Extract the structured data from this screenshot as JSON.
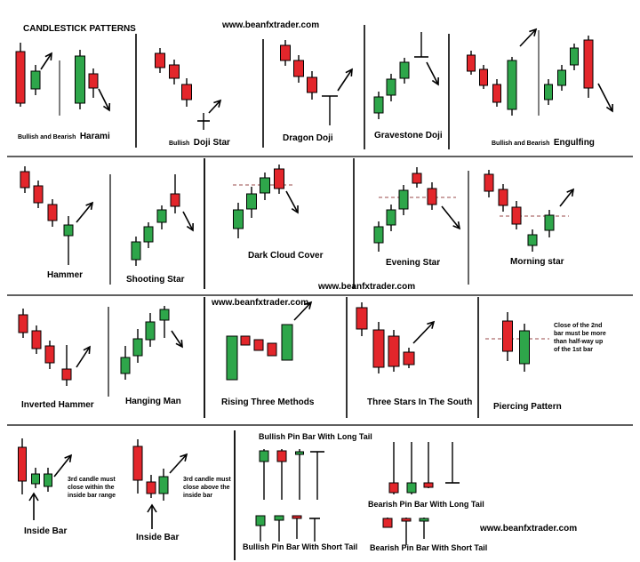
{
  "title": "CANDLESTICK PATTERNS",
  "sites": [
    "www.beanfxtrader.com",
    "www.beanfxtrader.com",
    "www.beanfxtrader.com",
    "www.beanfxtrader.com"
  ],
  "panels": {
    "harami": {
      "prefix": "Bullish and Bearish",
      "name": "Harami"
    },
    "dojistar": {
      "prefix": "Bullish",
      "name": "Doji Star"
    },
    "dragon": {
      "name": "Dragon Doji"
    },
    "gravestone": {
      "name": "Gravestone Doji"
    },
    "engulfing": {
      "prefix": "Bullish and Bearish",
      "name": "Engulfing"
    },
    "hammer": {
      "name": "Hammer"
    },
    "shooting": {
      "name": "Shooting Star"
    },
    "darkcloud": {
      "name": "Dark Cloud Cover"
    },
    "evening": {
      "name": "Evening Star"
    },
    "morning": {
      "name": "Morning star"
    },
    "invhammer": {
      "name": "Inverted Hammer"
    },
    "hanging": {
      "name": "Hanging Man"
    },
    "rising": {
      "name": "Rising Three Methods"
    },
    "threestars": {
      "name": "Three Stars In The South"
    },
    "piercing": {
      "name": "Piercing Pattern",
      "note": [
        "Close of the 2nd",
        "bar must be more",
        "than half-way up",
        "of the 1st bar"
      ]
    },
    "insidebar1": {
      "name": "Inside Bar",
      "note": [
        "3rd candle must",
        "close within the",
        "inside bar range"
      ]
    },
    "insidebar2": {
      "name": "Inside Bar",
      "note": [
        "3rd candle must",
        "close above the",
        "inside bar"
      ]
    },
    "bullpinlong": {
      "name": "Bullish Pin Bar With Long Tail"
    },
    "bearpinlong": {
      "name": "Bearish Pin Bar With Long Tail"
    },
    "bullpinshort": {
      "name": "Bullish Pin Bar With Short Tail"
    },
    "bearpinshort": {
      "name": "Bearish Pin Bar With Short Tail"
    }
  },
  "colors": {
    "red": "#e3262b",
    "green": "#2ea64a",
    "line": "#000000",
    "dash": "#9a4a4a"
  }
}
